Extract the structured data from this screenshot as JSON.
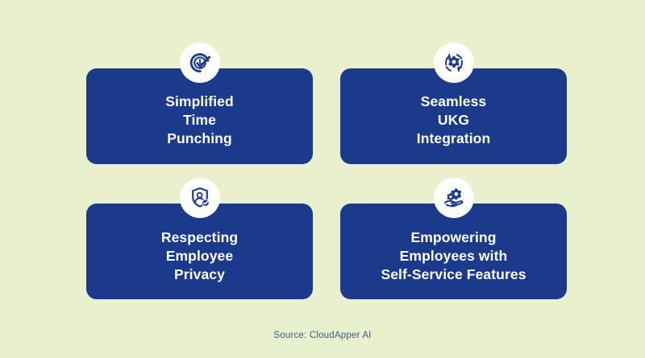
{
  "page": {
    "background_color": "#e8f0cd",
    "card_color": "#1b3a8c",
    "badge_color": "#ffffff",
    "text_color": "#ffffff",
    "source_text_color": "#3b5b8c"
  },
  "cards": [
    {
      "id": "simplified-time-punching",
      "icon": "clock-check-icon",
      "text": "Simplified\nTime\nPunching",
      "lines": [
        "Simplified",
        "Time",
        "Punching"
      ]
    },
    {
      "id": "seamless-ukg-integration",
      "icon": "gear-sync-icon",
      "text": "Seamless\nUKG\nIntegration",
      "lines": [
        "Seamless",
        "UKG",
        "Integration"
      ]
    },
    {
      "id": "respecting-employee-privacy",
      "icon": "shield-user-check-icon",
      "text": "Respecting\nEmployee\nPrivacy",
      "lines": [
        "Respecting",
        "Employee",
        "Privacy"
      ]
    },
    {
      "id": "empowering-employees-self-service",
      "icon": "hand-gears-icon",
      "text": "Empowering\nEmployees with\nSelf-Service Features",
      "lines": [
        "Empowering",
        "Employees with",
        "Self-Service Features"
      ]
    }
  ],
  "footer": {
    "source_label": "Source: CloudApper AI"
  }
}
